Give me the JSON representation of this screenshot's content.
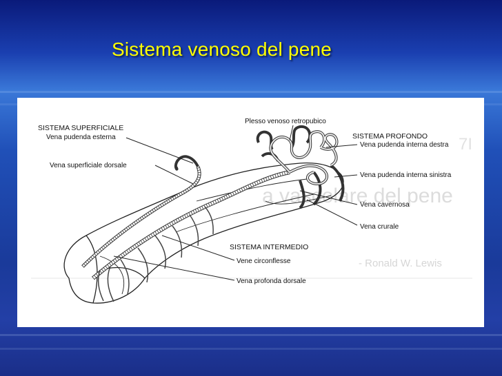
{
  "slide": {
    "title": "Sistema venoso del pene",
    "title_color": "#ffff00"
  },
  "figure": {
    "labels": {
      "sistema_superficiale": "SISTEMA SUPERFICIALE",
      "vena_pudenda_esterna": "Vena pudenda esterna",
      "vena_superficiale_dorsale": "Vena superficiale dorsale",
      "plesso_venoso_retropubico": "Plesso venoso retropubico",
      "sistema_profondo": "SISTEMA PROFONDO",
      "vena_pudenda_interna_destra": "Vena pudenda interna destra",
      "vena_pudenda_interna_sinistra": "Vena pudenda interna sinistra",
      "vena_cavernosa": "Vena cavernosa",
      "vena_crurale": "Vena crurale",
      "sistema_intermedio": "SISTEMA INTERMEDIO",
      "vene_circonflesse": "Vene circonflesse",
      "vena_profonda_dorsale": "Vena profonda dorsale"
    },
    "faded_background_text": {
      "line1": "a vascolare del pene",
      "line2": "- Ronald W. Lewis",
      "glyph": "7I"
    }
  }
}
